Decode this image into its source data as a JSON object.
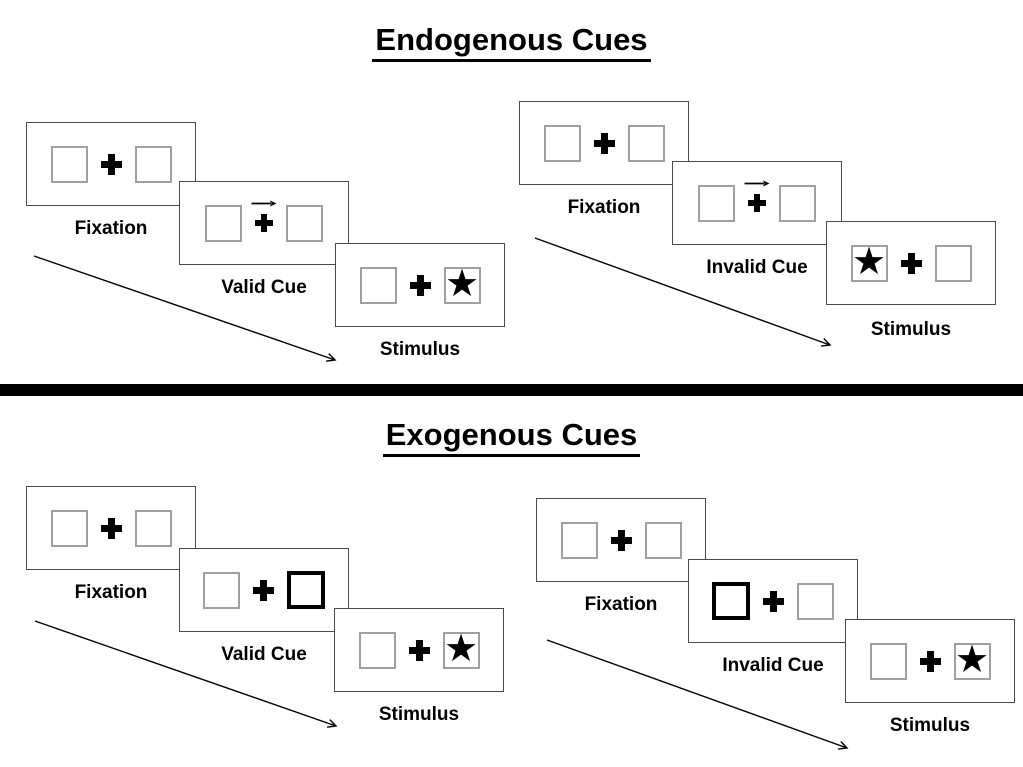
{
  "colors": {
    "ink": "#000000",
    "panel_border": "#4a4a4a",
    "box_border": "#a0a0a0",
    "background": "#ffffff"
  },
  "icons": {
    "star": "★"
  },
  "sections": [
    {
      "title": "Endogenous Cues",
      "sequences": [
        {
          "name": "valid-cue-trial",
          "panels": [
            {
              "label": "Fixation",
              "left_box": "empty",
              "center": "fixation-cross",
              "right_box": "empty"
            },
            {
              "label": "Valid Cue",
              "left_box": "empty",
              "center": "fixation-cross-with-right-arrow",
              "right_box": "empty"
            },
            {
              "label": "Stimulus",
              "left_box": "empty",
              "center": "fixation-cross",
              "right_box": "star"
            }
          ]
        },
        {
          "name": "invalid-cue-trial",
          "panels": [
            {
              "label": "Fixation",
              "left_box": "empty",
              "center": "fixation-cross",
              "right_box": "empty"
            },
            {
              "label": "Invalid Cue",
              "left_box": "empty",
              "center": "fixation-cross-with-right-arrow",
              "right_box": "empty"
            },
            {
              "label": "Stimulus",
              "left_box": "star",
              "center": "fixation-cross",
              "right_box": "empty"
            }
          ]
        }
      ]
    },
    {
      "title": "Exogenous Cues",
      "sequences": [
        {
          "name": "valid-cue-trial",
          "panels": [
            {
              "label": "Fixation",
              "left_box": "empty",
              "center": "fixation-cross",
              "right_box": "empty"
            },
            {
              "label": "Valid Cue",
              "left_box": "empty",
              "center": "fixation-cross",
              "right_box": "thick-outline"
            },
            {
              "label": "Stimulus",
              "left_box": "empty",
              "center": "fixation-cross",
              "right_box": "star"
            }
          ]
        },
        {
          "name": "invalid-cue-trial",
          "panels": [
            {
              "label": "Fixation",
              "left_box": "empty",
              "center": "fixation-cross",
              "right_box": "empty"
            },
            {
              "label": "Invalid Cue",
              "left_box": "thick-outline",
              "center": "fixation-cross",
              "right_box": "empty"
            },
            {
              "label": "Stimulus",
              "left_box": "empty",
              "center": "fixation-cross",
              "right_box": "star"
            }
          ]
        }
      ]
    }
  ]
}
